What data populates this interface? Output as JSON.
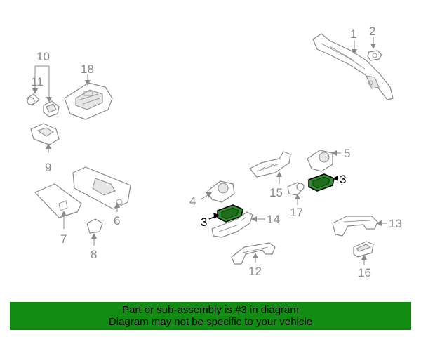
{
  "callouts": {
    "c1": "1",
    "c2": "2",
    "c3a": "3",
    "c3b": "3",
    "c4": "4",
    "c5": "5",
    "c6": "6",
    "c7": "7",
    "c8": "8",
    "c9": "9",
    "c10": "10",
    "c11": "11",
    "c12": "12",
    "c13": "13",
    "c14": "14",
    "c15": "15",
    "c16": "16",
    "c17": "17",
    "c18": "18"
  },
  "highlighted_part": "3",
  "colors": {
    "highlight": "#2f8f2f",
    "banner": "#128c12",
    "line_art": "#8a8a8a"
  },
  "banner": {
    "line1": "Part or sub-assembly is #3 in diagram",
    "line2": "Diagram may not be specific to your vehicle"
  }
}
